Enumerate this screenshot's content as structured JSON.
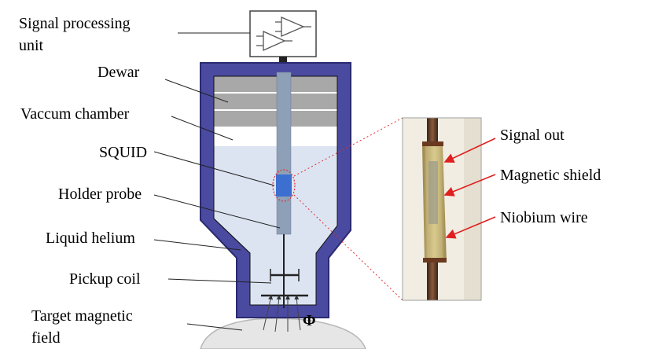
{
  "labels": {
    "signal_processing_line1": "Signal processing",
    "signal_processing_line2": "unit",
    "dewar": "Dewar",
    "vacuum_chamber": "Vaccum chamber",
    "squid": "SQUID",
    "holder_probe": "Holder probe",
    "liquid_helium": "Liquid helium",
    "pickup_coil": "Pickup coil",
    "target_field_line1": "Target magnetic",
    "target_field_line2": "field",
    "flux_symbol": "Φ"
  },
  "photo_labels": {
    "signal_out": "Signal out",
    "magnetic_shield": "Magnetic shield",
    "niobium_wire": "Niobium wire"
  },
  "colors": {
    "dewar_wall": "#4a4aa0",
    "dewar_outline": "#2a2a70",
    "vacuum_gray": "#a9a9a9",
    "helium_fill": "#dce4f2",
    "probe": "#8ea0b8",
    "squid_chip": "#3c6fd0",
    "zoom_lines": "#e03030",
    "arrow_red": "#e02020",
    "field_blob": "#e8e8e8"
  }
}
